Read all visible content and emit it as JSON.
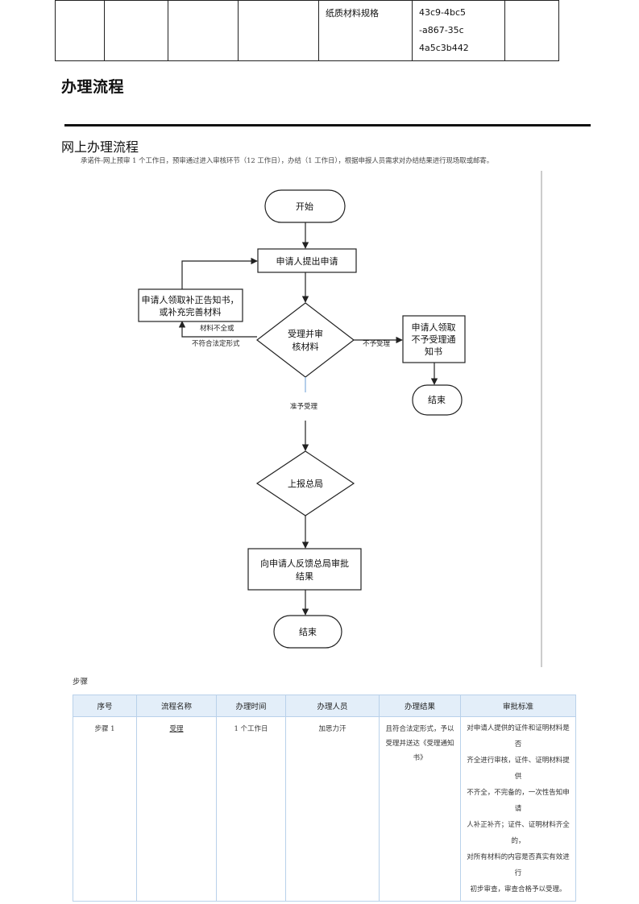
{
  "top_table": {
    "material_spec": "纸质材料规格",
    "material_id_lines": [
      "43c9-4bc5",
      "-a867-35c",
      "4a5c3b442"
    ]
  },
  "section_title": "办理流程",
  "online": {
    "title": "网上办理流程",
    "intro": "承诺件-网上预审 1 个工作日，预审通过进入审核环节（12 工作日），办结（1 工作日），根据申报人员需求对办结结果进行现场取或邮寄。"
  },
  "flowchart": {
    "start": "开始",
    "apply": "申请人提出申请",
    "review": [
      "受理并审",
      "核材料"
    ],
    "supplement": [
      "申请人领取补正告知书，",
      "或补充完善材料"
    ],
    "reject_notice": [
      "申请人领取",
      "不予受理通",
      "知书"
    ],
    "end_reject": "结束",
    "report": "上报总局",
    "feedback": [
      "向申请人反馈总局审批",
      "结果"
    ],
    "end": "结束",
    "label_incomplete": [
      "材料不全或",
      "不符合法定形式"
    ],
    "label_reject": "不予受理",
    "label_accept": "准予受理"
  },
  "steps": {
    "label": "步骤",
    "headers": [
      "序号",
      "流程名称",
      "办理时间",
      "办理人员",
      "办理结果",
      "审批标准"
    ],
    "row": {
      "seq": "步骤 1",
      "name": "受理",
      "time": "1 个工作日",
      "person": "加思力汗",
      "result": [
        "且符合法定形式，予以",
        "受理并送达《受理通知",
        "书》"
      ],
      "standard": [
        "对申请人提供的证件和证明材料是否",
        "齐全进行审核，证件、证明材料提供",
        "不齐全，不完备的，一次性告知申请",
        "人补正补齐；证件、证明材料齐全的，",
        "对所有材料的内容是否真实有效进行",
        "初步审查，审查合格予以受理。"
      ]
    }
  }
}
